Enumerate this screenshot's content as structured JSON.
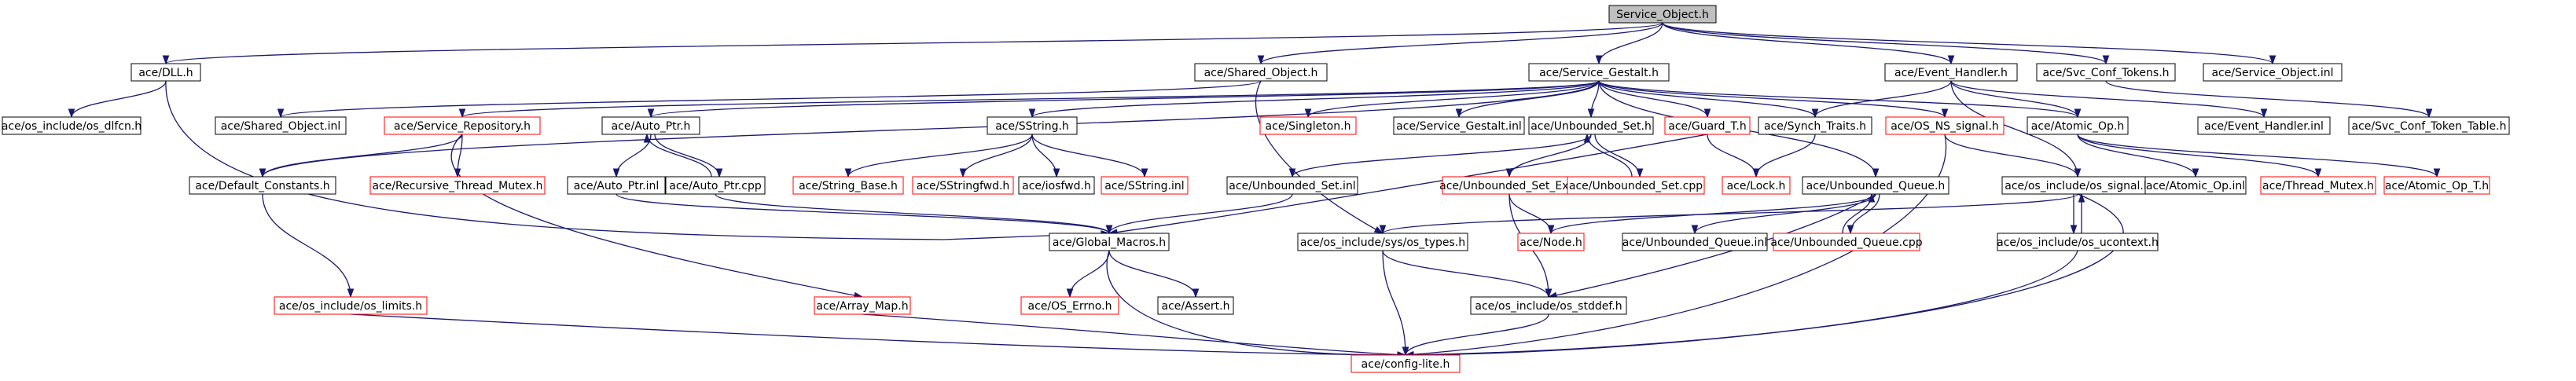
{
  "colors": {
    "edge": "#191970",
    "border_normal": "#000000",
    "border_truncated": "#ff0000",
    "fill_root": "#bfbfbf",
    "fill_normal": "#ffffff"
  },
  "nodes": [
    {
      "id": "service_object_h",
      "label": "Service_Object.h",
      "style": "root"
    },
    {
      "id": "dll_h",
      "label": "ace/DLL.h",
      "style": "normal"
    },
    {
      "id": "shared_object_h",
      "label": "ace/Shared_Object.h",
      "style": "normal"
    },
    {
      "id": "service_gestalt_h",
      "label": "ace/Service_Gestalt.h",
      "style": "normal"
    },
    {
      "id": "event_handler_h",
      "label": "ace/Event_Handler.h",
      "style": "normal"
    },
    {
      "id": "svc_conf_tokens_h",
      "label": "ace/Svc_Conf_Tokens.h",
      "style": "normal"
    },
    {
      "id": "service_object_inl",
      "label": "ace/Service_Object.inl",
      "style": "normal"
    },
    {
      "id": "os_dlfcn_h",
      "label": "ace/os_include/os_dlfcn.h",
      "style": "normal"
    },
    {
      "id": "shared_object_inl",
      "label": "ace/Shared_Object.inl",
      "style": "normal"
    },
    {
      "id": "service_repository_h",
      "label": "ace/Service_Repository.h",
      "style": "truncated"
    },
    {
      "id": "auto_ptr_h",
      "label": "ace/Auto_Ptr.h",
      "style": "normal"
    },
    {
      "id": "sstring_h",
      "label": "ace/SString.h",
      "style": "normal"
    },
    {
      "id": "singleton_h",
      "label": "ace/Singleton.h",
      "style": "truncated"
    },
    {
      "id": "service_gestalt_inl",
      "label": "ace/Service_Gestalt.inl",
      "style": "normal"
    },
    {
      "id": "unbounded_set_h",
      "label": "ace/Unbounded_Set.h",
      "style": "normal"
    },
    {
      "id": "guard_t_h",
      "label": "ace/Guard_T.h",
      "style": "truncated"
    },
    {
      "id": "synch_traits_h",
      "label": "ace/Synch_Traits.h",
      "style": "normal"
    },
    {
      "id": "os_ns_signal_h",
      "label": "ace/OS_NS_signal.h",
      "style": "truncated"
    },
    {
      "id": "atomic_op_h",
      "label": "ace/Atomic_Op.h",
      "style": "normal"
    },
    {
      "id": "event_handler_inl",
      "label": "ace/Event_Handler.inl",
      "style": "normal"
    },
    {
      "id": "svc_conf_token_table_h",
      "label": "ace/Svc_Conf_Token_Table.h",
      "style": "normal"
    },
    {
      "id": "default_constants_h",
      "label": "ace/Default_Constants.h",
      "style": "normal"
    },
    {
      "id": "recursive_thread_mutex_h",
      "label": "ace/Recursive_Thread_Mutex.h",
      "style": "truncated"
    },
    {
      "id": "auto_ptr_inl",
      "label": "ace/Auto_Ptr.inl",
      "style": "normal"
    },
    {
      "id": "auto_ptr_cpp",
      "label": "ace/Auto_Ptr.cpp",
      "style": "normal"
    },
    {
      "id": "string_base_h",
      "label": "ace/String_Base.h",
      "style": "truncated"
    },
    {
      "id": "sstringfwd_h",
      "label": "ace/SStringfwd.h",
      "style": "truncated"
    },
    {
      "id": "iosfwd_h",
      "label": "ace/iosfwd.h",
      "style": "normal"
    },
    {
      "id": "sstring_inl",
      "label": "ace/SString.inl",
      "style": "truncated"
    },
    {
      "id": "unbounded_set_inl",
      "label": "ace/Unbounded_Set.inl",
      "style": "normal"
    },
    {
      "id": "unbounded_set_ex_h",
      "label": "ace/Unbounded_Set_Ex.h",
      "style": "truncated"
    },
    {
      "id": "unbounded_set_cpp",
      "label": "ace/Unbounded_Set.cpp",
      "style": "truncated"
    },
    {
      "id": "lock_h",
      "label": "ace/Lock.h",
      "style": "truncated"
    },
    {
      "id": "unbounded_queue_h",
      "label": "ace/Unbounded_Queue.h",
      "style": "normal"
    },
    {
      "id": "os_signal_h",
      "label": "ace/os_include/os_signal.h",
      "style": "normal"
    },
    {
      "id": "atomic_op_inl",
      "label": "ace/Atomic_Op.inl",
      "style": "normal"
    },
    {
      "id": "thread_mutex_h",
      "label": "ace/Thread_Mutex.h",
      "style": "truncated"
    },
    {
      "id": "atomic_op_t_h",
      "label": "ace/Atomic_Op_T.h",
      "style": "truncated"
    },
    {
      "id": "global_macros_h",
      "label": "ace/Global_Macros.h",
      "style": "normal"
    },
    {
      "id": "sys_os_types_h",
      "label": "ace/os_include/sys/os_types.h",
      "style": "normal"
    },
    {
      "id": "node_h",
      "label": "ace/Node.h",
      "style": "truncated"
    },
    {
      "id": "unbounded_queue_inl",
      "label": "ace/Unbounded_Queue.inl",
      "style": "normal"
    },
    {
      "id": "unbounded_queue_cpp",
      "label": "ace/Unbounded_Queue.cpp",
      "style": "truncated"
    },
    {
      "id": "os_ucontext_h",
      "label": "ace/os_include/os_ucontext.h",
      "style": "normal"
    },
    {
      "id": "os_limits_h",
      "label": "ace/os_include/os_limits.h",
      "style": "truncated"
    },
    {
      "id": "array_map_h",
      "label": "ace/Array_Map.h",
      "style": "truncated"
    },
    {
      "id": "os_errno_h",
      "label": "ace/OS_Errno.h",
      "style": "truncated"
    },
    {
      "id": "assert_h",
      "label": "ace/Assert.h",
      "style": "normal"
    },
    {
      "id": "os_stddef_h",
      "label": "ace/os_include/os_stddef.h",
      "style": "normal"
    },
    {
      "id": "config_lite_h",
      "label": "ace/config-lite.h",
      "style": "truncated"
    }
  ],
  "edges": [
    [
      "service_object_h",
      "dll_h"
    ],
    [
      "service_object_h",
      "shared_object_h"
    ],
    [
      "service_object_h",
      "service_gestalt_h"
    ],
    [
      "service_object_h",
      "event_handler_h"
    ],
    [
      "service_object_h",
      "svc_conf_tokens_h"
    ],
    [
      "service_object_h",
      "service_object_inl"
    ],
    [
      "dll_h",
      "os_dlfcn_h"
    ],
    [
      "dll_h",
      "global_macros_h"
    ],
    [
      "shared_object_h",
      "shared_object_inl"
    ],
    [
      "shared_object_h",
      "sys_os_types_h"
    ],
    [
      "service_gestalt_h",
      "default_constants_h"
    ],
    [
      "service_gestalt_h",
      "service_repository_h"
    ],
    [
      "service_gestalt_h",
      "auto_ptr_h"
    ],
    [
      "service_gestalt_h",
      "sstring_h"
    ],
    [
      "service_gestalt_h",
      "singleton_h"
    ],
    [
      "service_gestalt_h",
      "service_gestalt_inl"
    ],
    [
      "service_gestalt_h",
      "unbounded_set_h"
    ],
    [
      "service_gestalt_h",
      "guard_t_h"
    ],
    [
      "service_gestalt_h",
      "synch_traits_h"
    ],
    [
      "service_gestalt_h",
      "os_ns_signal_h"
    ],
    [
      "service_gestalt_h",
      "atomic_op_h"
    ],
    [
      "service_gestalt_h",
      "unbounded_queue_h"
    ],
    [
      "event_handler_h",
      "event_handler_inl"
    ],
    [
      "event_handler_h",
      "synch_traits_h"
    ],
    [
      "event_handler_h",
      "atomic_op_h"
    ],
    [
      "event_handler_h",
      "os_signal_h"
    ],
    [
      "svc_conf_tokens_h",
      "svc_conf_token_table_h"
    ],
    [
      "service_repository_h",
      "default_constants_h"
    ],
    [
      "service_repository_h",
      "recursive_thread_mutex_h"
    ],
    [
      "service_repository_h",
      "array_map_h"
    ],
    [
      "auto_ptr_h",
      "auto_ptr_inl"
    ],
    [
      "auto_ptr_h",
      "auto_ptr_cpp"
    ],
    [
      "auto_ptr_cpp",
      "auto_ptr_h"
    ],
    [
      "sstring_h",
      "string_base_h"
    ],
    [
      "sstring_h",
      "sstringfwd_h"
    ],
    [
      "sstring_h",
      "iosfwd_h"
    ],
    [
      "sstring_h",
      "sstring_inl"
    ],
    [
      "unbounded_set_h",
      "unbounded_set_inl"
    ],
    [
      "unbounded_set_h",
      "unbounded_set_ex_h"
    ],
    [
      "unbounded_set_h",
      "unbounded_set_cpp"
    ],
    [
      "unbounded_set_cpp",
      "unbounded_set_h"
    ],
    [
      "guard_t_h",
      "lock_h"
    ],
    [
      "guard_t_h",
      "global_macros_h"
    ],
    [
      "synch_traits_h",
      "lock_h"
    ],
    [
      "os_ns_signal_h",
      "os_signal_h"
    ],
    [
      "os_ns_signal_h",
      "config_lite_h"
    ],
    [
      "atomic_op_h",
      "atomic_op_inl"
    ],
    [
      "atomic_op_h",
      "thread_mutex_h"
    ],
    [
      "atomic_op_h",
      "atomic_op_t_h"
    ],
    [
      "default_constants_h",
      "os_limits_h"
    ],
    [
      "auto_ptr_inl",
      "global_macros_h"
    ],
    [
      "auto_ptr_cpp",
      "global_macros_h"
    ],
    [
      "unbounded_set_inl",
      "global_macros_h"
    ],
    [
      "unbounded_set_ex_h",
      "node_h"
    ],
    [
      "unbounded_set_ex_h",
      "os_stddef_h"
    ],
    [
      "unbounded_queue_h",
      "node_h"
    ],
    [
      "unbounded_queue_h",
      "unbounded_queue_inl"
    ],
    [
      "unbounded_queue_h",
      "unbounded_queue_cpp"
    ],
    [
      "unbounded_queue_h",
      "os_stddef_h"
    ],
    [
      "unbounded_queue_cpp",
      "unbounded_queue_h"
    ],
    [
      "os_signal_h",
      "sys_os_types_h"
    ],
    [
      "os_signal_h",
      "os_ucontext_h"
    ],
    [
      "os_signal_h",
      "config_lite_h"
    ],
    [
      "os_ucontext_h",
      "os_signal_h"
    ],
    [
      "os_ucontext_h",
      "config_lite_h"
    ],
    [
      "global_macros_h",
      "os_errno_h"
    ],
    [
      "global_macros_h",
      "assert_h"
    ],
    [
      "global_macros_h",
      "config_lite_h"
    ],
    [
      "sys_os_types_h",
      "os_stddef_h"
    ],
    [
      "sys_os_types_h",
      "config_lite_h"
    ],
    [
      "os_stddef_h",
      "config_lite_h"
    ],
    [
      "os_limits_h",
      "config_lite_h"
    ],
    [
      "array_map_h",
      "config_lite_h"
    ]
  ]
}
